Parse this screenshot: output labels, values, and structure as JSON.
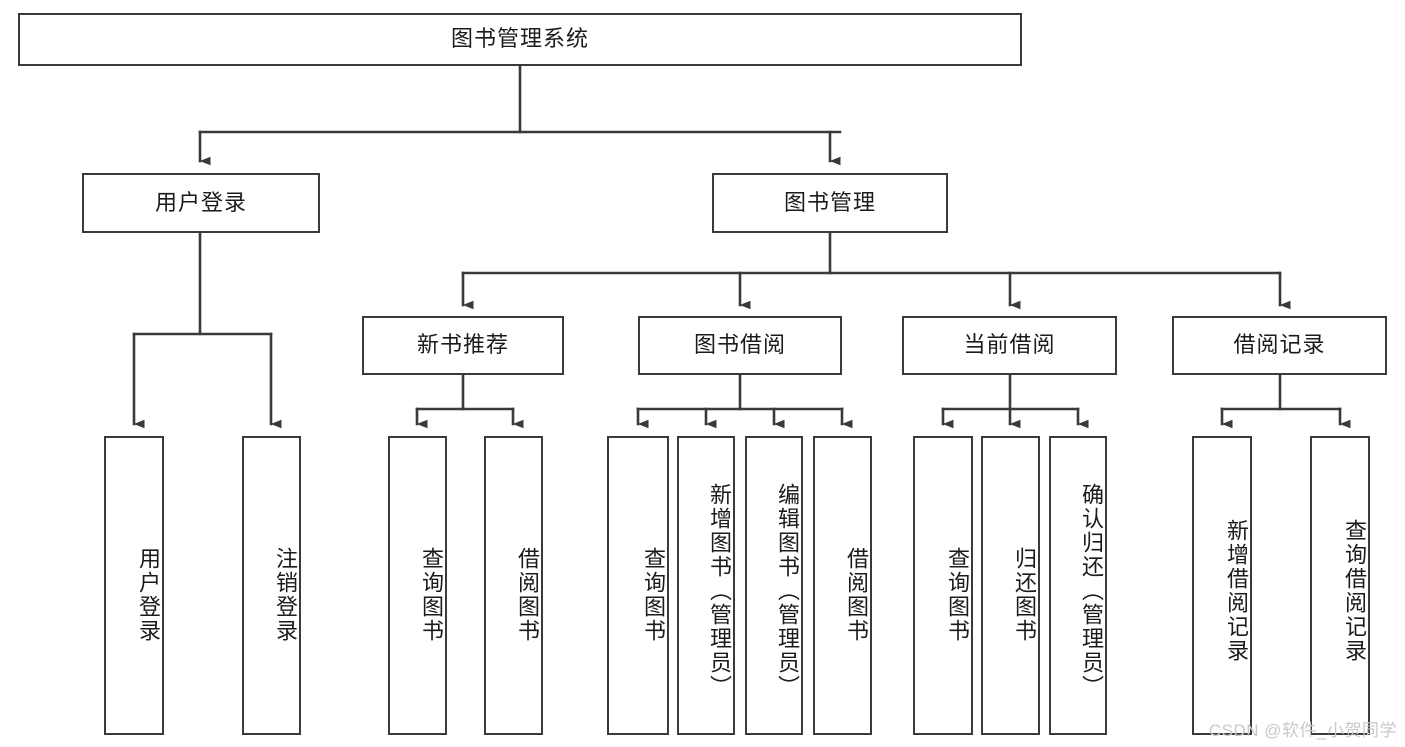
{
  "diagram": {
    "type": "tree-hierarchy",
    "title": "图书管理系统",
    "orientation": "top-down",
    "colors": {
      "box_border": "#3a3a3a",
      "box_fill": "#ffffff",
      "connector": "#3a3a3a",
      "text": "#1b1b1b",
      "watermark": "#c9c9c9"
    },
    "levels": {
      "root": "图书管理系统",
      "level2": [
        "用户登录",
        "图书管理"
      ],
      "level3": [
        "新书推荐",
        "图书借阅",
        "当前借阅",
        "借阅记录"
      ],
      "leaves": [
        "用户登录",
        "注销登录",
        "查询图书",
        "借阅图书",
        "查询图书",
        "新增图书（管理员）",
        "编辑图书（管理员）",
        "借阅图书",
        "查询图书",
        "归还图书",
        "确认归还（管理员）",
        "新增借阅记录",
        "查询借阅记录"
      ]
    },
    "nodes": {
      "root": {
        "label": "图书管理系统"
      },
      "user_login": {
        "label": "用户登录"
      },
      "book_manage": {
        "label": "图书管理"
      },
      "new_book_rec": {
        "label": "新书推荐"
      },
      "book_borrow": {
        "label": "图书借阅"
      },
      "current_borrow": {
        "label": "当前借阅"
      },
      "borrow_record": {
        "label": "借阅记录"
      },
      "leaf_user_login": {
        "label": "用户登录"
      },
      "leaf_logout": {
        "label": "注销登录"
      },
      "leaf_query_book_1": {
        "label": "查询图书"
      },
      "leaf_borrow_book_1": {
        "label": "借阅图书"
      },
      "leaf_query_book_2": {
        "label": "查询图书"
      },
      "leaf_add_book_admin": {
        "label": "新增图书（管理员）"
      },
      "leaf_edit_book_admin": {
        "label": "编辑图书（管理员）"
      },
      "leaf_borrow_book_2": {
        "label": "借阅图书"
      },
      "leaf_query_book_3": {
        "label": "查询图书"
      },
      "leaf_return_book": {
        "label": "归还图书"
      },
      "leaf_confirm_return_admin": {
        "label": "确认归还（管理员）"
      },
      "leaf_add_record": {
        "label": "新增借阅记录"
      },
      "leaf_query_record": {
        "label": "查询借阅记录"
      }
    },
    "edges": [
      {
        "from": "root",
        "to": "user_login"
      },
      {
        "from": "root",
        "to": "book_manage"
      },
      {
        "from": "user_login",
        "to": "leaf_user_login"
      },
      {
        "from": "user_login",
        "to": "leaf_logout"
      },
      {
        "from": "book_manage",
        "to": "new_book_rec"
      },
      {
        "from": "book_manage",
        "to": "book_borrow"
      },
      {
        "from": "book_manage",
        "to": "current_borrow"
      },
      {
        "from": "book_manage",
        "to": "borrow_record"
      },
      {
        "from": "new_book_rec",
        "to": "leaf_query_book_1"
      },
      {
        "from": "new_book_rec",
        "to": "leaf_borrow_book_1"
      },
      {
        "from": "book_borrow",
        "to": "leaf_query_book_2"
      },
      {
        "from": "book_borrow",
        "to": "leaf_add_book_admin"
      },
      {
        "from": "book_borrow",
        "to": "leaf_edit_book_admin"
      },
      {
        "from": "book_borrow",
        "to": "leaf_borrow_book_2"
      },
      {
        "from": "current_borrow",
        "to": "leaf_query_book_3"
      },
      {
        "from": "current_borrow",
        "to": "leaf_return_book"
      },
      {
        "from": "current_borrow",
        "to": "leaf_confirm_return_admin"
      },
      {
        "from": "borrow_record",
        "to": "leaf_add_record"
      },
      {
        "from": "borrow_record",
        "to": "leaf_query_record"
      }
    ]
  },
  "watermark": {
    "text": "CSDN @软件_小贺同学"
  }
}
